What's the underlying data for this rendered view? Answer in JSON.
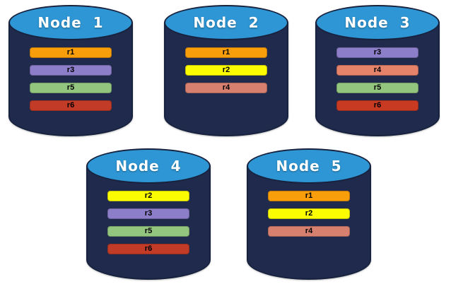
{
  "palette": {
    "cylinder_body": "#1F2A4C",
    "cylinder_top": "#2E96D4",
    "outline": "#17223E",
    "title_text": "#FFFFFF",
    "bar_text": "#000000"
  },
  "diagram": {
    "nodes": [
      {
        "label": "Node  1",
        "replicas": [
          {
            "id": "r1",
            "color": "#F99E0B"
          },
          {
            "id": "r3",
            "color": "#8C7EC8"
          },
          {
            "id": "r5",
            "color": "#93C57E"
          },
          {
            "id": "r6",
            "color": "#C23B27"
          }
        ]
      },
      {
        "label": "Node  2",
        "replicas": [
          {
            "id": "r1",
            "color": "#F99E0B"
          },
          {
            "id": "r2",
            "color": "#FBFB02"
          },
          {
            "id": "r4",
            "color": "#D7806F"
          }
        ]
      },
      {
        "label": "Node  3",
        "replicas": [
          {
            "id": "r3",
            "color": "#8C7EC8"
          },
          {
            "id": "r4",
            "color": "#E5826A"
          },
          {
            "id": "r5",
            "color": "#93C57E"
          },
          {
            "id": "r6",
            "color": "#C93A23"
          }
        ]
      },
      {
        "label": "Node  4",
        "replicas": [
          {
            "id": "r2",
            "color": "#FBFB02"
          },
          {
            "id": "r3",
            "color": "#8C7EC8"
          },
          {
            "id": "r5",
            "color": "#93C57E"
          },
          {
            "id": "r6",
            "color": "#C23B27"
          }
        ]
      },
      {
        "label": "Node  5",
        "replicas": [
          {
            "id": "r1",
            "color": "#F99E0B"
          },
          {
            "id": "r2",
            "color": "#FBFB02"
          },
          {
            "id": "r4",
            "color": "#D7806F"
          }
        ]
      }
    ]
  }
}
